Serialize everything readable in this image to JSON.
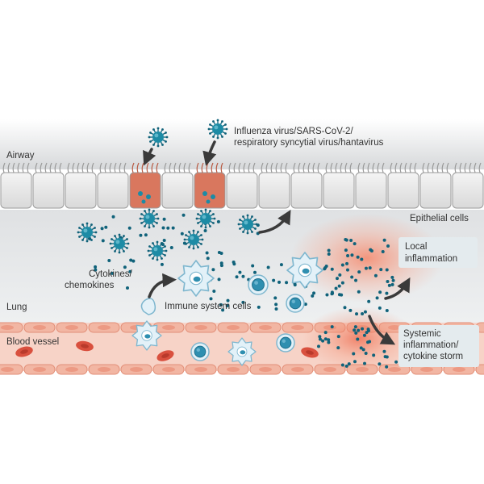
{
  "labels": {
    "airway": "Airway",
    "virus_line1": "Influenza virus/SARS-CoV-2/",
    "virus_line2": "respiratory syncytial virus/hantavirus",
    "epithelial": "Epithelial cells",
    "cytokines_line1": "Cytokines/",
    "cytokines_line2": "chemokines",
    "local_line1": "Local",
    "local_line2": "inflammation",
    "lung": "Lung",
    "immune": "Immune system cells",
    "blood_vessel": "Blood vessel",
    "systemic_line1": "Systemic",
    "systemic_line2": "inflammation/",
    "systemic_line3": "cytokine storm"
  },
  "colors": {
    "virus": "#1d8ba5",
    "virus_dark": "#10627a",
    "infected_cell": "#d9775e",
    "epithelial_cell": "#ebebeb",
    "vessel_wall": "#f2b6a3",
    "red_blood_cell": "#d9503e",
    "inflammation_glow": "#f5876a",
    "immune_cell": "#e3f1f8",
    "label_box": "#e4ebee"
  }
}
